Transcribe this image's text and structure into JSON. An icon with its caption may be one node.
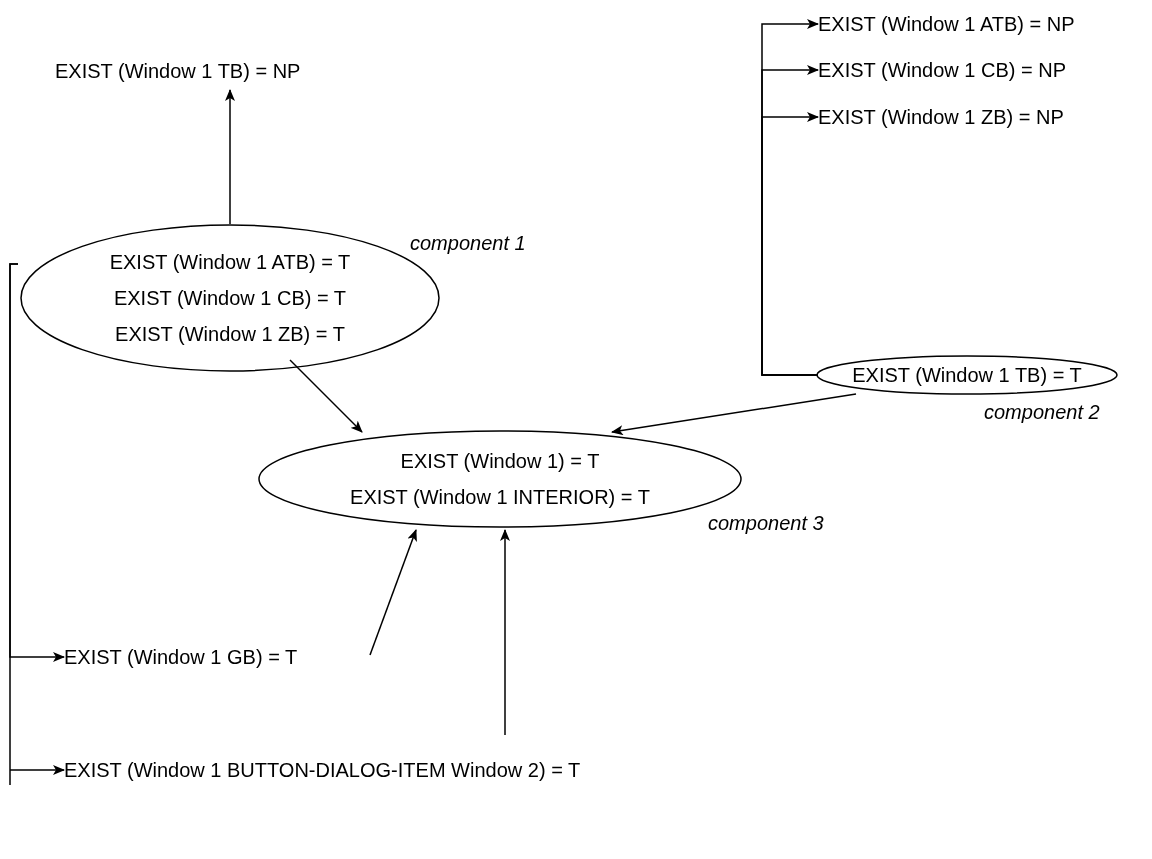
{
  "diagram": {
    "nodes": [
      {
        "text": [
          "EXIST (Window 1 TB) = NP"
        ]
      },
      {
        "text": [
          "EXIST (Window 1 ATB) = T",
          "EXIST (Window 1 CB) = T",
          "EXIST (Window 1 ZB) = T"
        ],
        "beside": [
          "component 1"
        ]
      },
      {
        "text": [
          "EXIST (Window 1 ATB) = NP"
        ]
      },
      {
        "text": [
          "EXIST (Window 1 CB) = NP"
        ]
      },
      {
        "text": [
          "EXIST (Window 1 ZB) = NP"
        ]
      },
      {
        "text": [
          "EXIST (Window 1 TB) = T"
        ],
        "beside": [
          "component 2"
        ]
      },
      {
        "text": [
          "EXIST (Window 1) = T",
          "EXIST (Window 1 INTERIOR) = T"
        ],
        "beside": [
          "component 3"
        ]
      },
      {
        "text": [
          "EXIST (Window 1 GB) = T"
        ]
      },
      {
        "text": [
          "EXIST (Window 1 BUTTON-DIALOG-ITEM Window 2) = T"
        ]
      }
    ],
    "edges": [
      {
        "from": 1,
        "to": 0,
        "arrow": "to"
      },
      {
        "from": 5,
        "to": 2,
        "arrow": "to"
      },
      {
        "from": 5,
        "to": 3,
        "arrow": "to"
      },
      {
        "from": 5,
        "to": 4,
        "arrow": "to"
      },
      {
        "from": 1,
        "to": 6,
        "arrow": "to"
      },
      {
        "from": 5,
        "to": 6,
        "arrow": "to"
      },
      {
        "from": 1,
        "to": 7,
        "arrow": "to"
      },
      {
        "from": 1,
        "to": 8,
        "arrow": "to"
      },
      {
        "from": 7,
        "to": 6,
        "arrow": "to"
      },
      {
        "from": 8,
        "to": 6,
        "arrow": "to"
      }
    ]
  }
}
